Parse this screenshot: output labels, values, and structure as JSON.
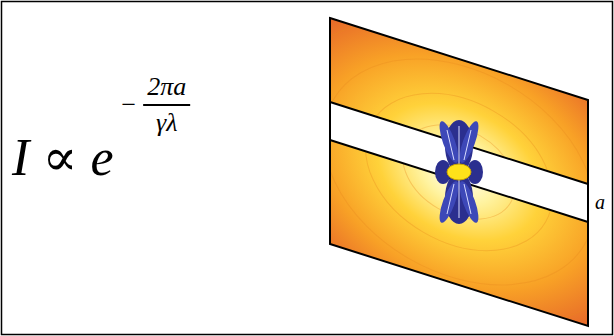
{
  "diagram": {
    "labels": [
      "I ∝ e",
      "−",
      "2πa",
      "γλ",
      "a"
    ]
  }
}
